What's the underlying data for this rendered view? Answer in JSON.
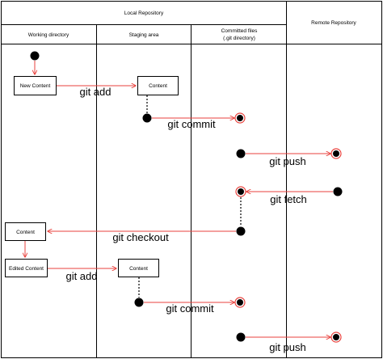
{
  "headers": {
    "local_repository": "Local Repository",
    "remote_repository": "Remote Repository",
    "working_directory": "Working directory",
    "staging_area": "Staging area",
    "committed_files_line1": "Committed files",
    "committed_files_line2": "(.git directory)"
  },
  "boxes": {
    "new_content": "New Content",
    "content_staging_1": "Content",
    "content_working": "Content",
    "edited_content": "Edited Content",
    "content_staging_2": "Content"
  },
  "arrows": {
    "git_add_1": "git add",
    "git_commit_1": "git commit",
    "git_push_1": "git push",
    "git_fetch": "git fetch",
    "git_checkout": "git checkout",
    "git_add_2": "git add",
    "git_commit_2": "git commit",
    "git_push_2": "git push"
  },
  "colors": {
    "arrow": "#e8413c",
    "line": "#000000",
    "background": "#ffffff"
  }
}
